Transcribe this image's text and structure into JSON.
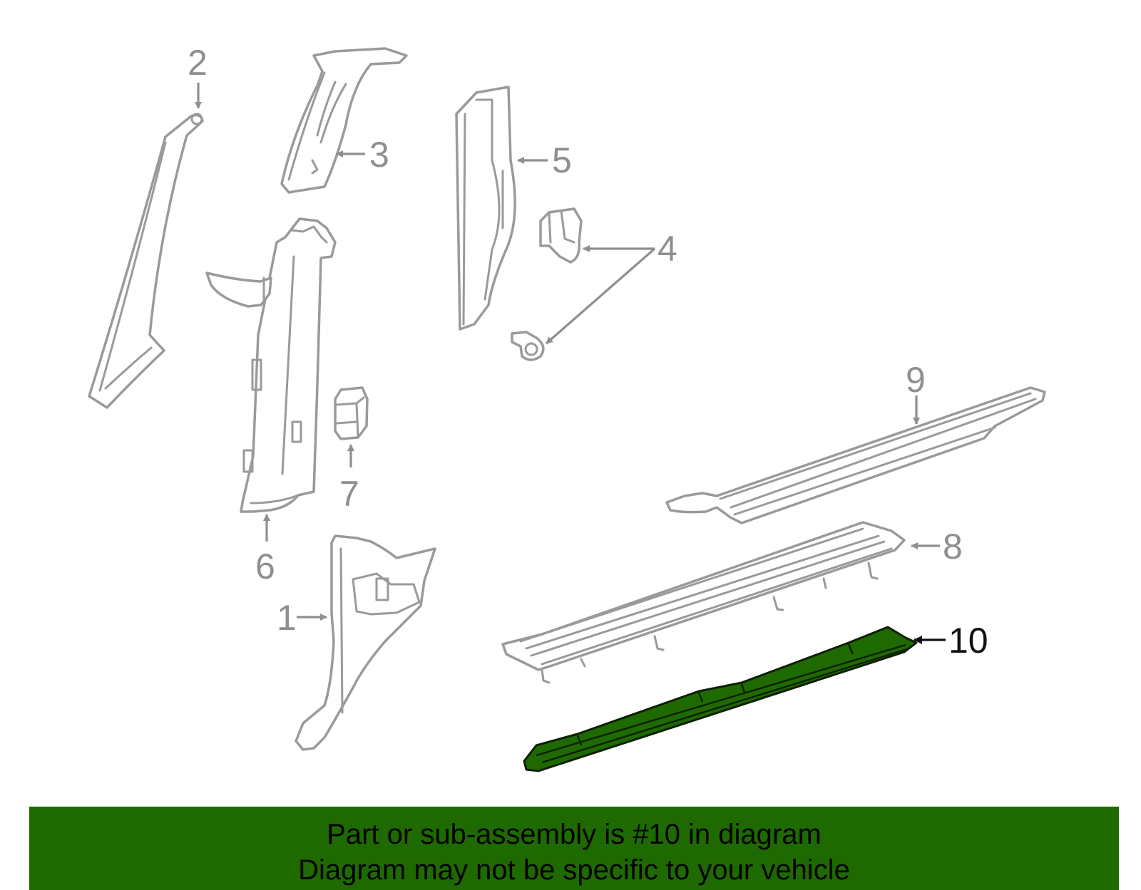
{
  "callouts": {
    "c1": "1",
    "c2": "2",
    "c3": "3",
    "c4": "4",
    "c5": "5",
    "c6": "6",
    "c7": "7",
    "c8": "8",
    "c9": "9",
    "c10": "10"
  },
  "highlight_color": "#1f6a00",
  "banner": {
    "line1": "Part or sub-assembly is #10 in diagram",
    "line2": "Diagram may not be specific to your vehicle"
  }
}
